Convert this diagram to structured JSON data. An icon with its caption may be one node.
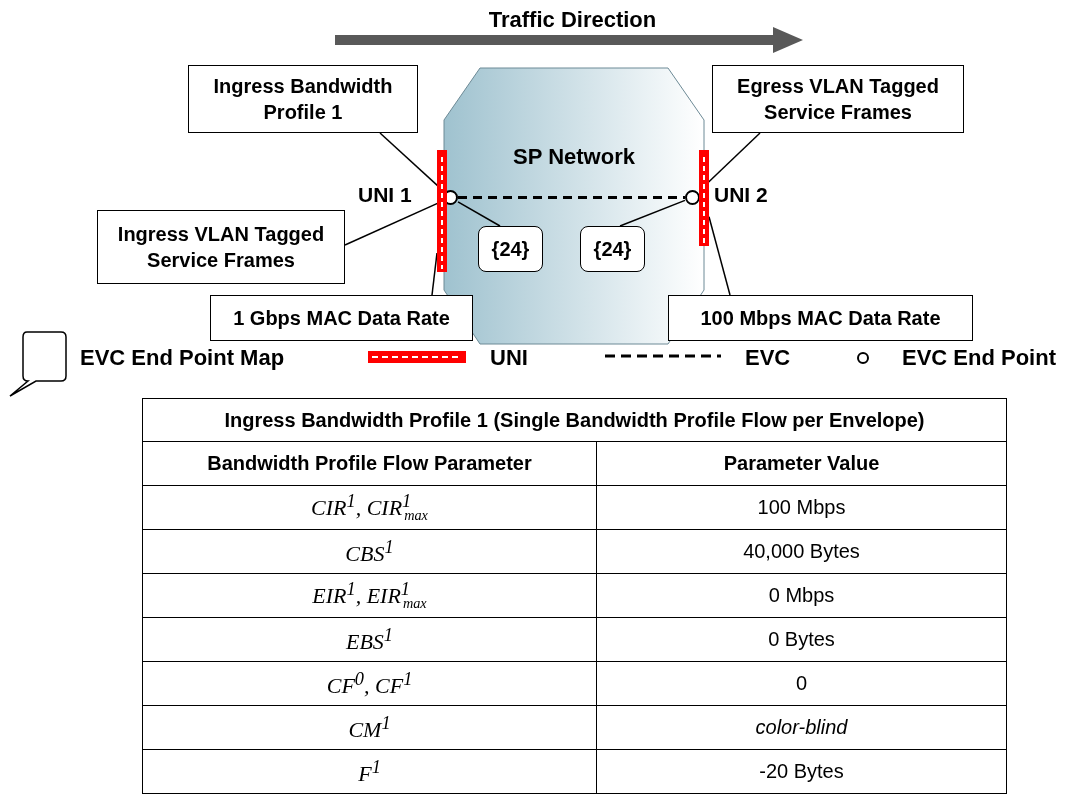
{
  "diagram": {
    "nodes": [
      {
        "text": [
          "SP Network"
        ]
      },
      {
        "text": [],
        "shape": "bar",
        "beside": [
          "UNI 1"
        ]
      },
      {
        "text": [],
        "shape": "circle",
        "in": 0
      },
      {
        "text": [],
        "shape": "circle",
        "in": 0
      },
      {
        "text": [],
        "shape": "bar",
        "beside": [
          "UNI 2"
        ]
      },
      {
        "text": [
          "Ingress Bandwidth Profile 1"
        ]
      },
      {
        "text": [
          "Egress VLAN Tagged Service Frames"
        ]
      },
      {
        "text": [
          "Ingress VLAN Tagged Service Frames"
        ]
      },
      {
        "text": [
          "{24}"
        ],
        "in": 0
      },
      {
        "text": [
          "{24}"
        ],
        "in": 0
      },
      {
        "text": [
          "1 Gbps MAC Data Rate"
        ]
      },
      {
        "text": [
          "100 Mbps MAC Data Rate"
        ]
      }
    ],
    "edges": [
      {
        "from": 2,
        "to": 3,
        "arrow": "none",
        "style": "dashed"
      },
      {
        "from": 5,
        "to": 2,
        "arrow": "none"
      },
      {
        "from": 6,
        "to": 3,
        "arrow": "none"
      },
      {
        "from": 7,
        "to": 2,
        "arrow": "none"
      },
      {
        "from": 8,
        "to": 2,
        "arrow": "none"
      },
      {
        "from": 9,
        "to": 3,
        "arrow": "none"
      },
      {
        "from": 10,
        "to": 1,
        "arrow": "none"
      },
      {
        "from": 11,
        "to": 4,
        "arrow": "none"
      }
    ],
    "labels": [
      "Traffic Direction",
      "Ingress Bandwidth Profile 1 (Single Bandwidth Profile Flow per Envelope)",
      "Bandwidth Profile Flow Parameter",
      "Parameter Value",
      "CIR$^{1}$, CIR$^{1}$$_{max}$",
      "100 Mbps",
      "CBS$^{1}$",
      "40,000 Bytes",
      "EIR$^{1}$, EIR$^{1}$$_{max}$",
      "0 Mbps",
      "EBS$^{1}$",
      "0 Bytes",
      "CF$^{0}$, CF$^{1}$",
      "0",
      "CM$^{1}$",
      "color-blind",
      "F$^{1}$",
      "-20 Bytes"
    ],
    "legend": [
      {
        "text": "EVC End Point Map"
      },
      {
        "text": "UNI"
      },
      {
        "text": "EVC"
      },
      {
        "text": "EVC End Point"
      }
    ]
  }
}
